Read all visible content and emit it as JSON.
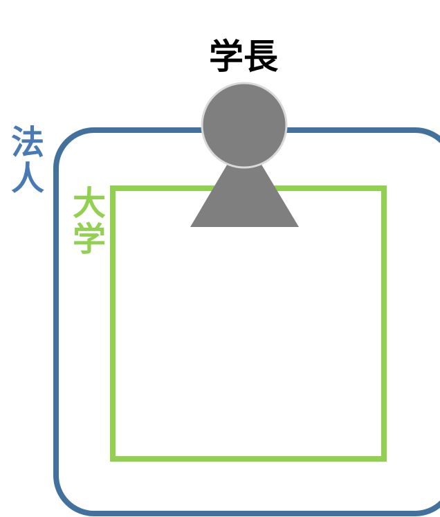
{
  "labels": {
    "president": "学長",
    "corporation": "法人",
    "university": "大学"
  },
  "colors": {
    "corporation_frame": "#41719c",
    "corporation_text": "#4a7ab5",
    "university_frame": "#92d050",
    "university_text": "#92d050",
    "person_fill": "#7f7f7f",
    "person_outline": "#d9d9d9",
    "president_text": "#000000",
    "background": "#ffffff"
  },
  "icons": {
    "person": "person-icon"
  }
}
